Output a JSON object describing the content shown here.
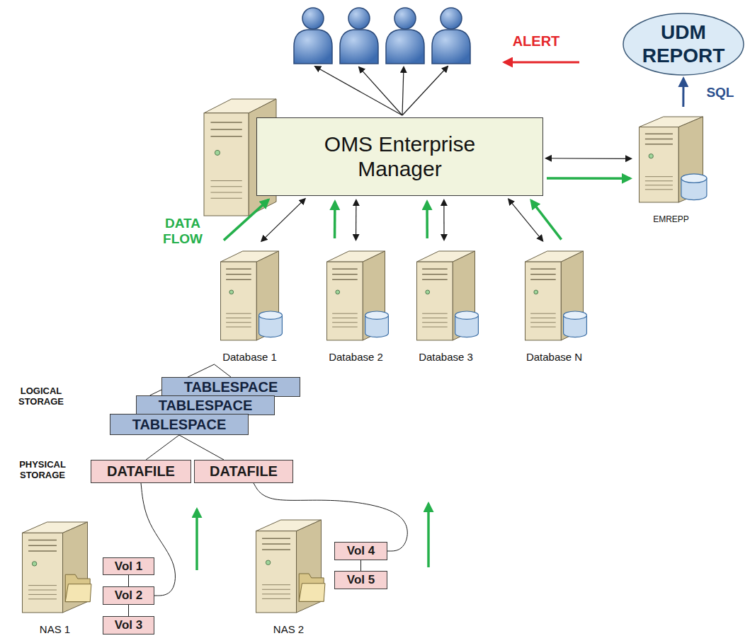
{
  "diagram": {
    "nodes": [
      {
        "text": [
          "UDM REPORT"
        ]
      },
      {
        "text": [
          "OMS Enterprise Manager"
        ]
      },
      {
        "text": [
          "EMREPP"
        ]
      },
      {
        "text": [
          "Database 1"
        ]
      },
      {
        "text": [
          "Database 2"
        ]
      },
      {
        "text": [
          "Database 3"
        ]
      },
      {
        "text": [
          "Database N"
        ]
      },
      {
        "text": [
          "TABLESPACE"
        ]
      },
      {
        "text": [
          "TABLESPACE"
        ]
      },
      {
        "text": [
          "TABLESPACE"
        ]
      },
      {
        "text": [
          "DATAFILE"
        ]
      },
      {
        "text": [
          "DATAFILE"
        ]
      },
      {
        "text": [
          "NAS 1"
        ]
      },
      {
        "text": [
          "Vol 1"
        ]
      },
      {
        "text": [
          "Vol 2"
        ]
      },
      {
        "text": [
          "Vol 3"
        ]
      },
      {
        "text": [
          "NAS 2"
        ]
      },
      {
        "text": [
          "Vol 4"
        ]
      },
      {
        "text": [
          "Vol 5"
        ]
      }
    ],
    "edges": [
      {
        "from": 2,
        "to": 0,
        "arrow": "to",
        "label": "SQL"
      },
      {
        "from": 1,
        "to": 2,
        "arrow": "both"
      },
      {
        "from": 1,
        "to": 2,
        "arrow": "to"
      },
      {
        "from": 3,
        "to": 1,
        "arrow": "both"
      },
      {
        "from": 4,
        "to": 1,
        "arrow": "both"
      },
      {
        "from": 5,
        "to": 1,
        "arrow": "both"
      },
      {
        "from": 6,
        "to": 1,
        "arrow": "both"
      },
      {
        "from": 3,
        "to": 1,
        "arrow": "to"
      },
      {
        "from": 4,
        "to": 1,
        "arrow": "to"
      },
      {
        "from": 5,
        "to": 1,
        "arrow": "to"
      },
      {
        "from": 6,
        "to": 1,
        "arrow": "to"
      },
      {
        "from": 3,
        "to": 7,
        "arrow": "none"
      },
      {
        "from": 3,
        "to": 8,
        "arrow": "none"
      },
      {
        "from": 9,
        "to": 10,
        "arrow": "none"
      },
      {
        "from": 9,
        "to": 11,
        "arrow": "none"
      },
      {
        "from": 10,
        "to": 14,
        "arrow": "none"
      },
      {
        "from": 11,
        "to": 17,
        "arrow": "none"
      },
      {
        "from": 13,
        "to": 14,
        "arrow": "none"
      },
      {
        "from": 14,
        "to": 15,
        "arrow": "none"
      },
      {
        "from": 17,
        "to": 18,
        "arrow": "none"
      }
    ],
    "labels": [
      "ALERT",
      "DATA FLOW",
      "LOGICAL STORAGE",
      "PHYSICAL STORAGE"
    ]
  }
}
